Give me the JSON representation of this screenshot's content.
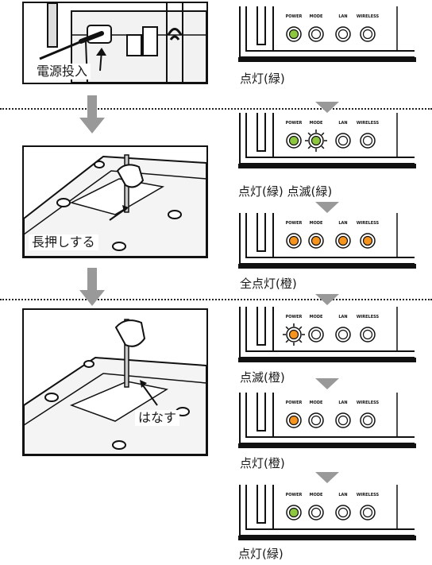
{
  "led_labels": {
    "power": "POWER",
    "mode": "MODE",
    "lan": "LAN",
    "wireless": "WIRELESS"
  },
  "colors": {
    "green": "#8dc63f",
    "orange": "#f7941d",
    "off": "#ffffff",
    "arrow": "#999999"
  },
  "steps": [
    {
      "caption": "点灯(緑)",
      "power": "green",
      "mode": "off",
      "power_blink": false,
      "mode_blink": false,
      "all": false
    },
    {
      "caption": "点灯(緑) 点滅(緑)",
      "power": "green",
      "mode": "green",
      "power_blink": false,
      "mode_blink": true,
      "all": false
    },
    {
      "caption": "全点灯(橙)",
      "power": "orange",
      "mode": "orange",
      "power_blink": false,
      "mode_blink": false,
      "all": true
    },
    {
      "caption": "点滅(橙)",
      "power": "orange",
      "mode": "off",
      "power_blink": true,
      "mode_blink": false,
      "all": false
    },
    {
      "caption": "点灯(橙)",
      "power": "orange",
      "mode": "off",
      "power_blink": false,
      "mode_blink": false,
      "all": false
    },
    {
      "caption": "点灯(緑)",
      "power": "green",
      "mode": "off",
      "power_blink": false,
      "mode_blink": false,
      "all": false
    }
  ],
  "photos": {
    "power_input": "電源投入",
    "long_press": "長押しする",
    "release": "はなす"
  }
}
